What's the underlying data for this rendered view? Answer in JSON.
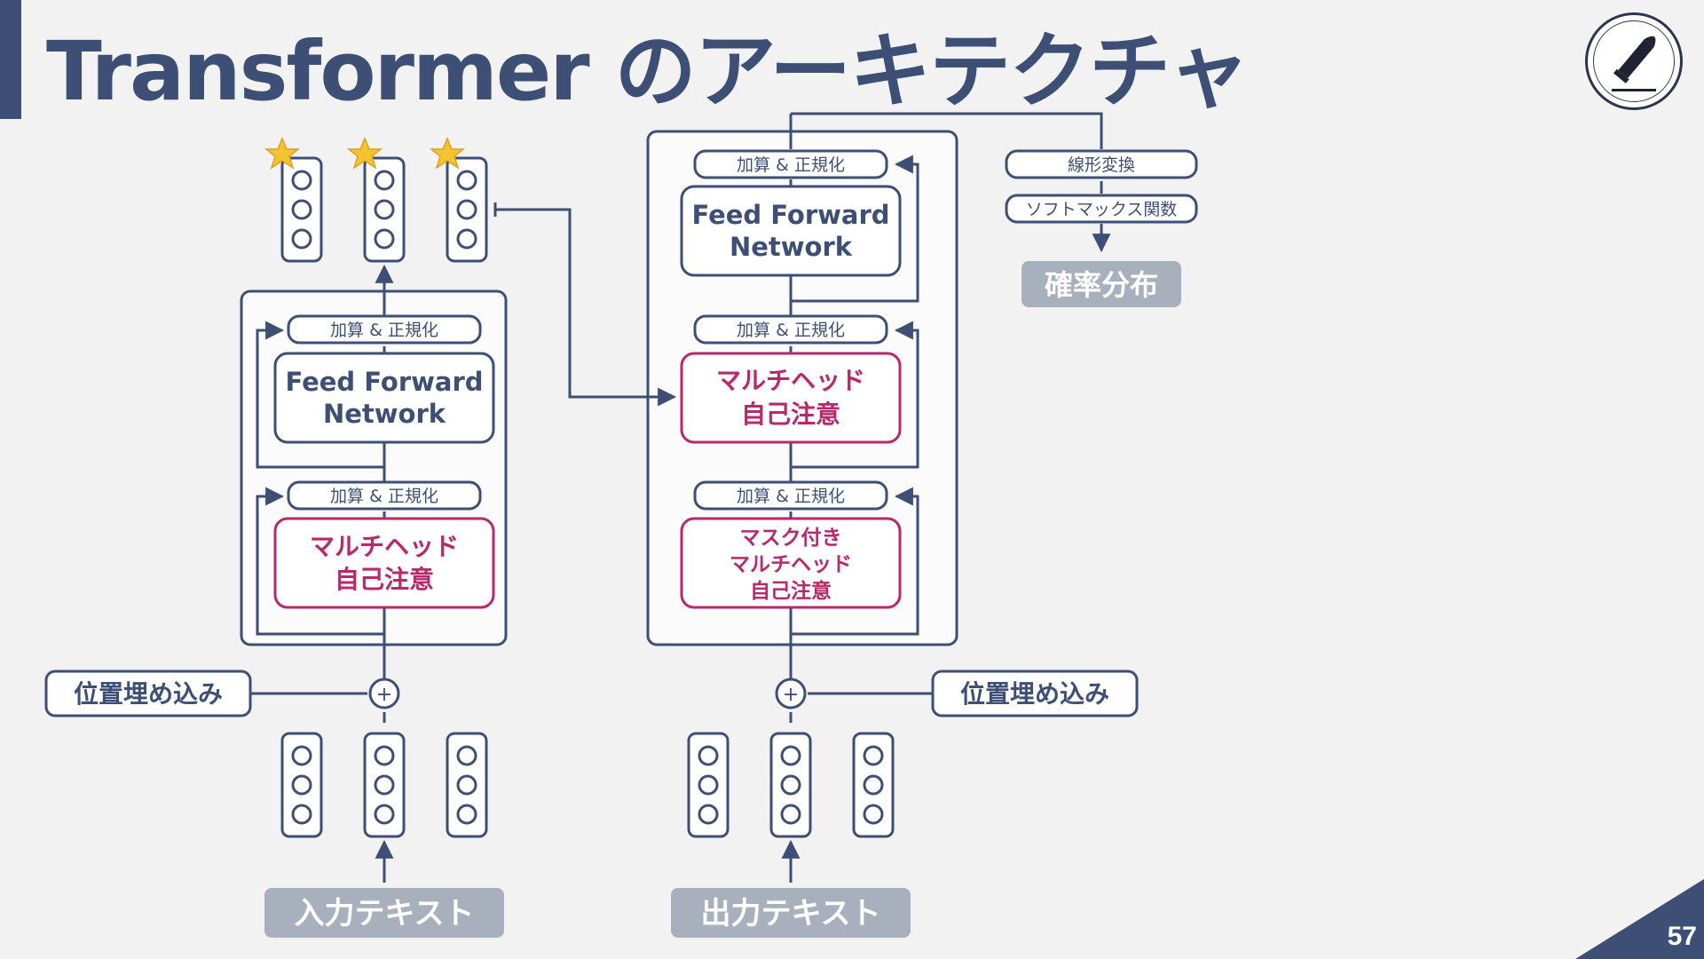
{
  "title": "Transformer のアーキテクチャ",
  "page_number": "57",
  "encoder": {
    "add_norm_1": "加算 & 正規化",
    "add_norm_2": "加算 & 正規化",
    "ffn": [
      "Feed Forward",
      "Network"
    ],
    "mha": [
      "マルチヘッド",
      "自己注意"
    ],
    "position_embedding": "位置埋め込み",
    "input_label": "入力テキスト"
  },
  "decoder": {
    "add_norm_1": "加算 & 正規化",
    "add_norm_2": "加算 & 正規化",
    "add_norm_3": "加算 & 正規化",
    "ffn": [
      "Feed Forward",
      "Network"
    ],
    "cross_attn": [
      "マルチヘッド",
      "自己注意"
    ],
    "masked_attn": [
      "マスク付き",
      "マルチヘッド",
      "自己注意"
    ],
    "position_embedding": "位置埋め込み",
    "output_label": "出力テキスト"
  },
  "head": {
    "linear": "線形変換",
    "softmax": "ソフトマックス関数",
    "result": "確率分布"
  },
  "plus_symbol": "+",
  "colors": {
    "navy": "#3d4f75",
    "magenta": "#b8286b",
    "gray_label": "#a9b0bd",
    "background": "#f2f2f2"
  }
}
